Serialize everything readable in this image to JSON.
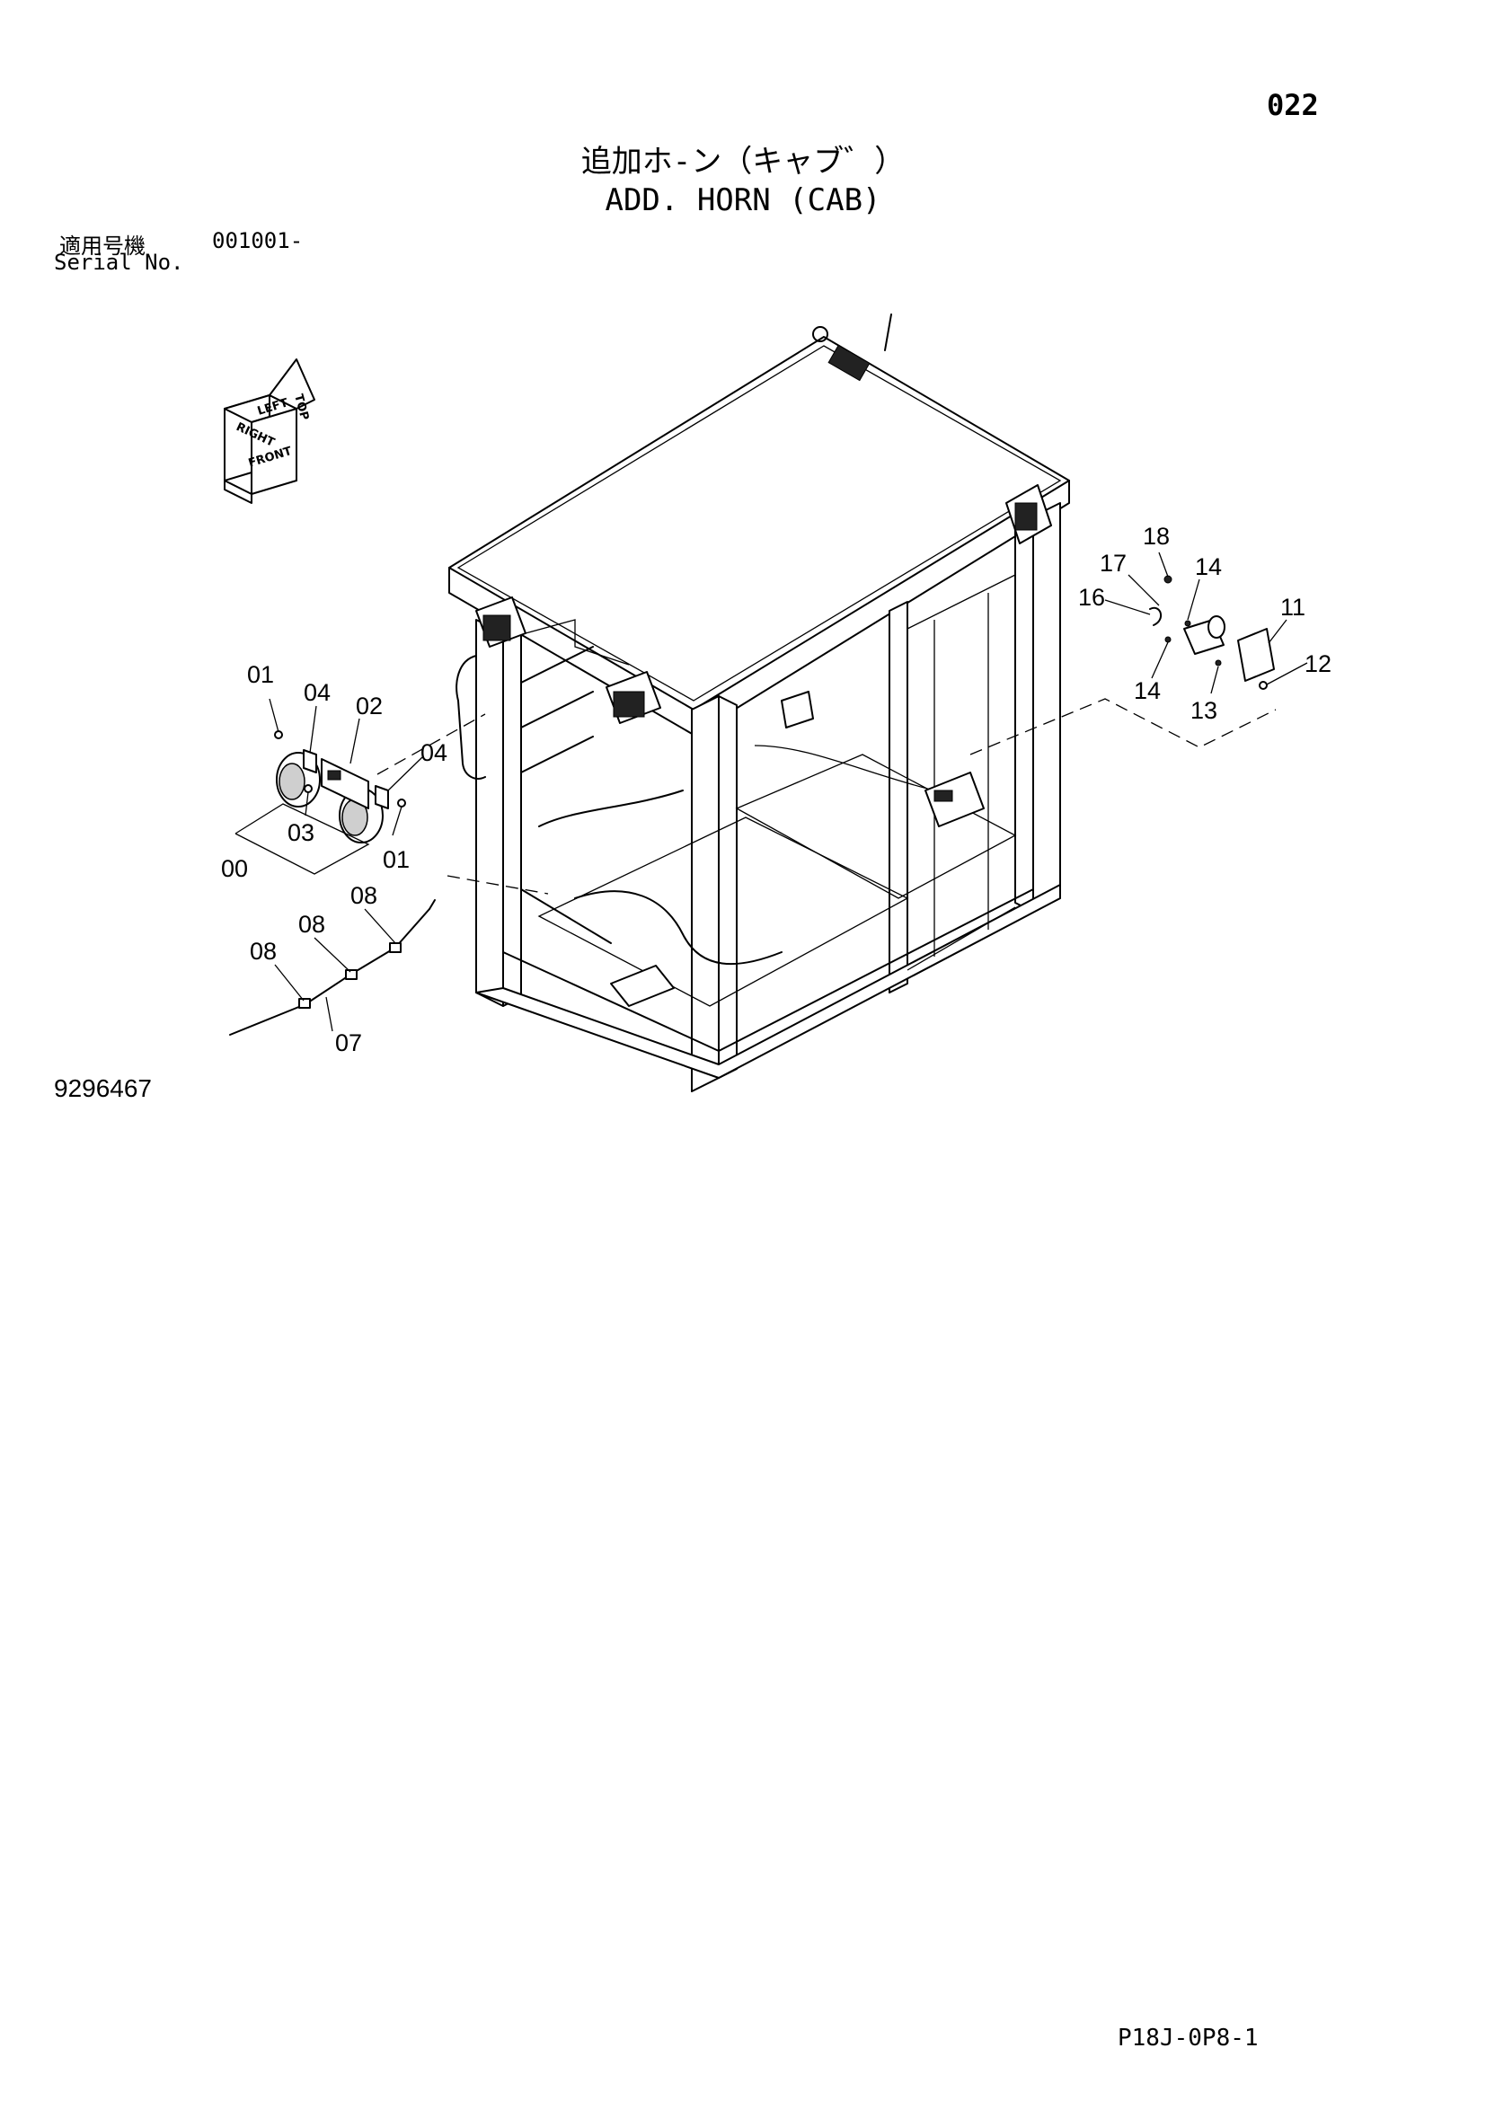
{
  "page_number": "022",
  "title_jp": "追加ホ-ン（キャブ゛）",
  "title_en": "ADD. HORN (CAB)",
  "serial": {
    "label_jp": "適用号機",
    "value": "001001-",
    "label_en": "Serial No."
  },
  "orientation_labels": [
    "LEFT",
    "RIGHT",
    "TOP",
    "FRONT"
  ],
  "callouts": {
    "c00": "00",
    "c01a": "01",
    "c01b": "01",
    "c02": "02",
    "c03": "03",
    "c04a": "04",
    "c04b": "04",
    "c07": "07",
    "c08a": "08",
    "c08b": "08",
    "c08c": "08",
    "c11": "11",
    "c12": "12",
    "c13": "13",
    "c14a": "14",
    "c14b": "14",
    "c16": "16",
    "c17": "17",
    "c18": "18"
  },
  "drawing_number": "9296467",
  "page_code": "P18J-0P8-1"
}
